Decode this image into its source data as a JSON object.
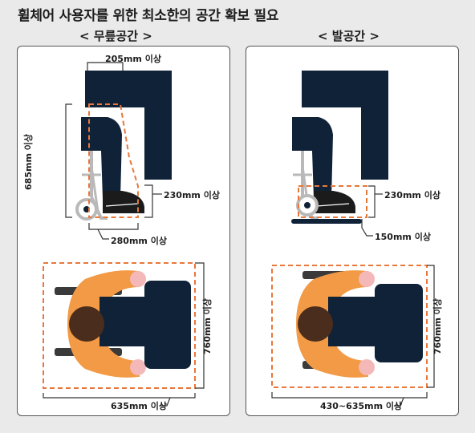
{
  "page": {
    "title": "휠체어 사용자를 위한 최소한의 공간 확보 필요"
  },
  "knee": {
    "heading": "< 무릎공간 >",
    "dim_top": "205mm 이상",
    "dim_height": "685mm 이상",
    "dim_right": "230mm 이상",
    "dim_bottom": "280mm 이상",
    "dim_plan_depth": "760mm 이상",
    "dim_plan_width": "635mm 이상"
  },
  "foot": {
    "heading": "< 발공간 >",
    "dim_right": "230mm 이상",
    "dim_bottom": "150mm 이상",
    "dim_plan_depth": "760mm 이상",
    "dim_plan_width": "430~635mm 이상"
  },
  "colors": {
    "navy": "#0f2238",
    "orange": "#f29a45",
    "dash": "#e8773a",
    "skin": "#f4b8b8",
    "hair": "#4a2d1c",
    "frame": "#b9b9b9"
  }
}
